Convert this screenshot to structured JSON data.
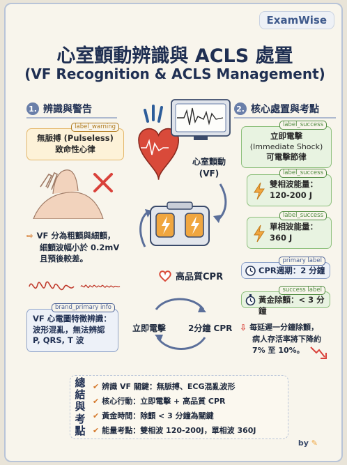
{
  "brand": "ExamWise",
  "title_zh": "心室顫動辨識與 ACLS 處置",
  "title_en": "(VF Recognition & ACLS Management)",
  "section1": {
    "number": "1.",
    "title": "辨識與警告",
    "warning_tag": "label_warning",
    "warning_line1": "無脈搏 (Pulseless)",
    "warning_line2": "致命性心律",
    "note_line1": "VF 分為粗顫與細顫，",
    "note_line2": "細顫波幅小於 0.2mV",
    "note_line3": "且預後較差。",
    "info_tag": "brand_primary info",
    "info_line1": "VF 心電圖特徵辨識：",
    "info_line2": "波形混亂，無法辨認",
    "info_line3": "P, QRS, T 波"
  },
  "center": {
    "heart_label_line1": "心室顫動",
    "heart_label_line2": "(VF)",
    "cpr_label": "高品質CPR",
    "cycle_left": "立即電擊",
    "cycle_right": "2分鐘 CPR"
  },
  "section2": {
    "number": "2.",
    "title": "核心處置與考點",
    "shock_tag": "label_success",
    "shock_line1": "立即電擊",
    "shock_line2": "(Immediate Shock)",
    "shock_line3": "可電擊節律",
    "bi_tag": "label_success",
    "bi_line1": "雙相波能量：",
    "bi_line2": "120-200 J",
    "mono_tag": "label_success",
    "mono_line1": "單相波能量：",
    "mono_line2": "360 J",
    "cycle_tag": "primary label",
    "cycle_text": "CPR週期：2 分鐘",
    "golden_tag": "success label",
    "golden_text": "黃金除顫：< 3 分鐘",
    "delay_line1": "每延遲一分鐘除顫，",
    "delay_line2": "病人存活率將下降約",
    "delay_line3": "7% 至 10%。"
  },
  "summary": {
    "title_chars": [
      "總",
      "結",
      "與",
      "考",
      "點"
    ],
    "items": [
      "辨識 VF 關鍵：無脈搏、ECG混亂波形",
      "核心行動：立即電擊 + 高品質 CPR",
      "黃金時間：除顫 < 3 分鐘為關鍵",
      "能量考點：雙相波 120-200J，單相波 360J"
    ]
  },
  "footer_by": "by",
  "colors": {
    "accent": "#6a7fa9",
    "warning": "#e4b76a",
    "success": "#8cbf7b",
    "heart": "#d94a3a",
    "arrow": "#5b6f9a"
  },
  "icons": [
    "heart-icon",
    "ecg-monitor-icon",
    "defibrillator-icon",
    "lightning-icon",
    "clock-icon",
    "stopwatch-icon",
    "down-arrow-icon",
    "check-icon"
  ]
}
